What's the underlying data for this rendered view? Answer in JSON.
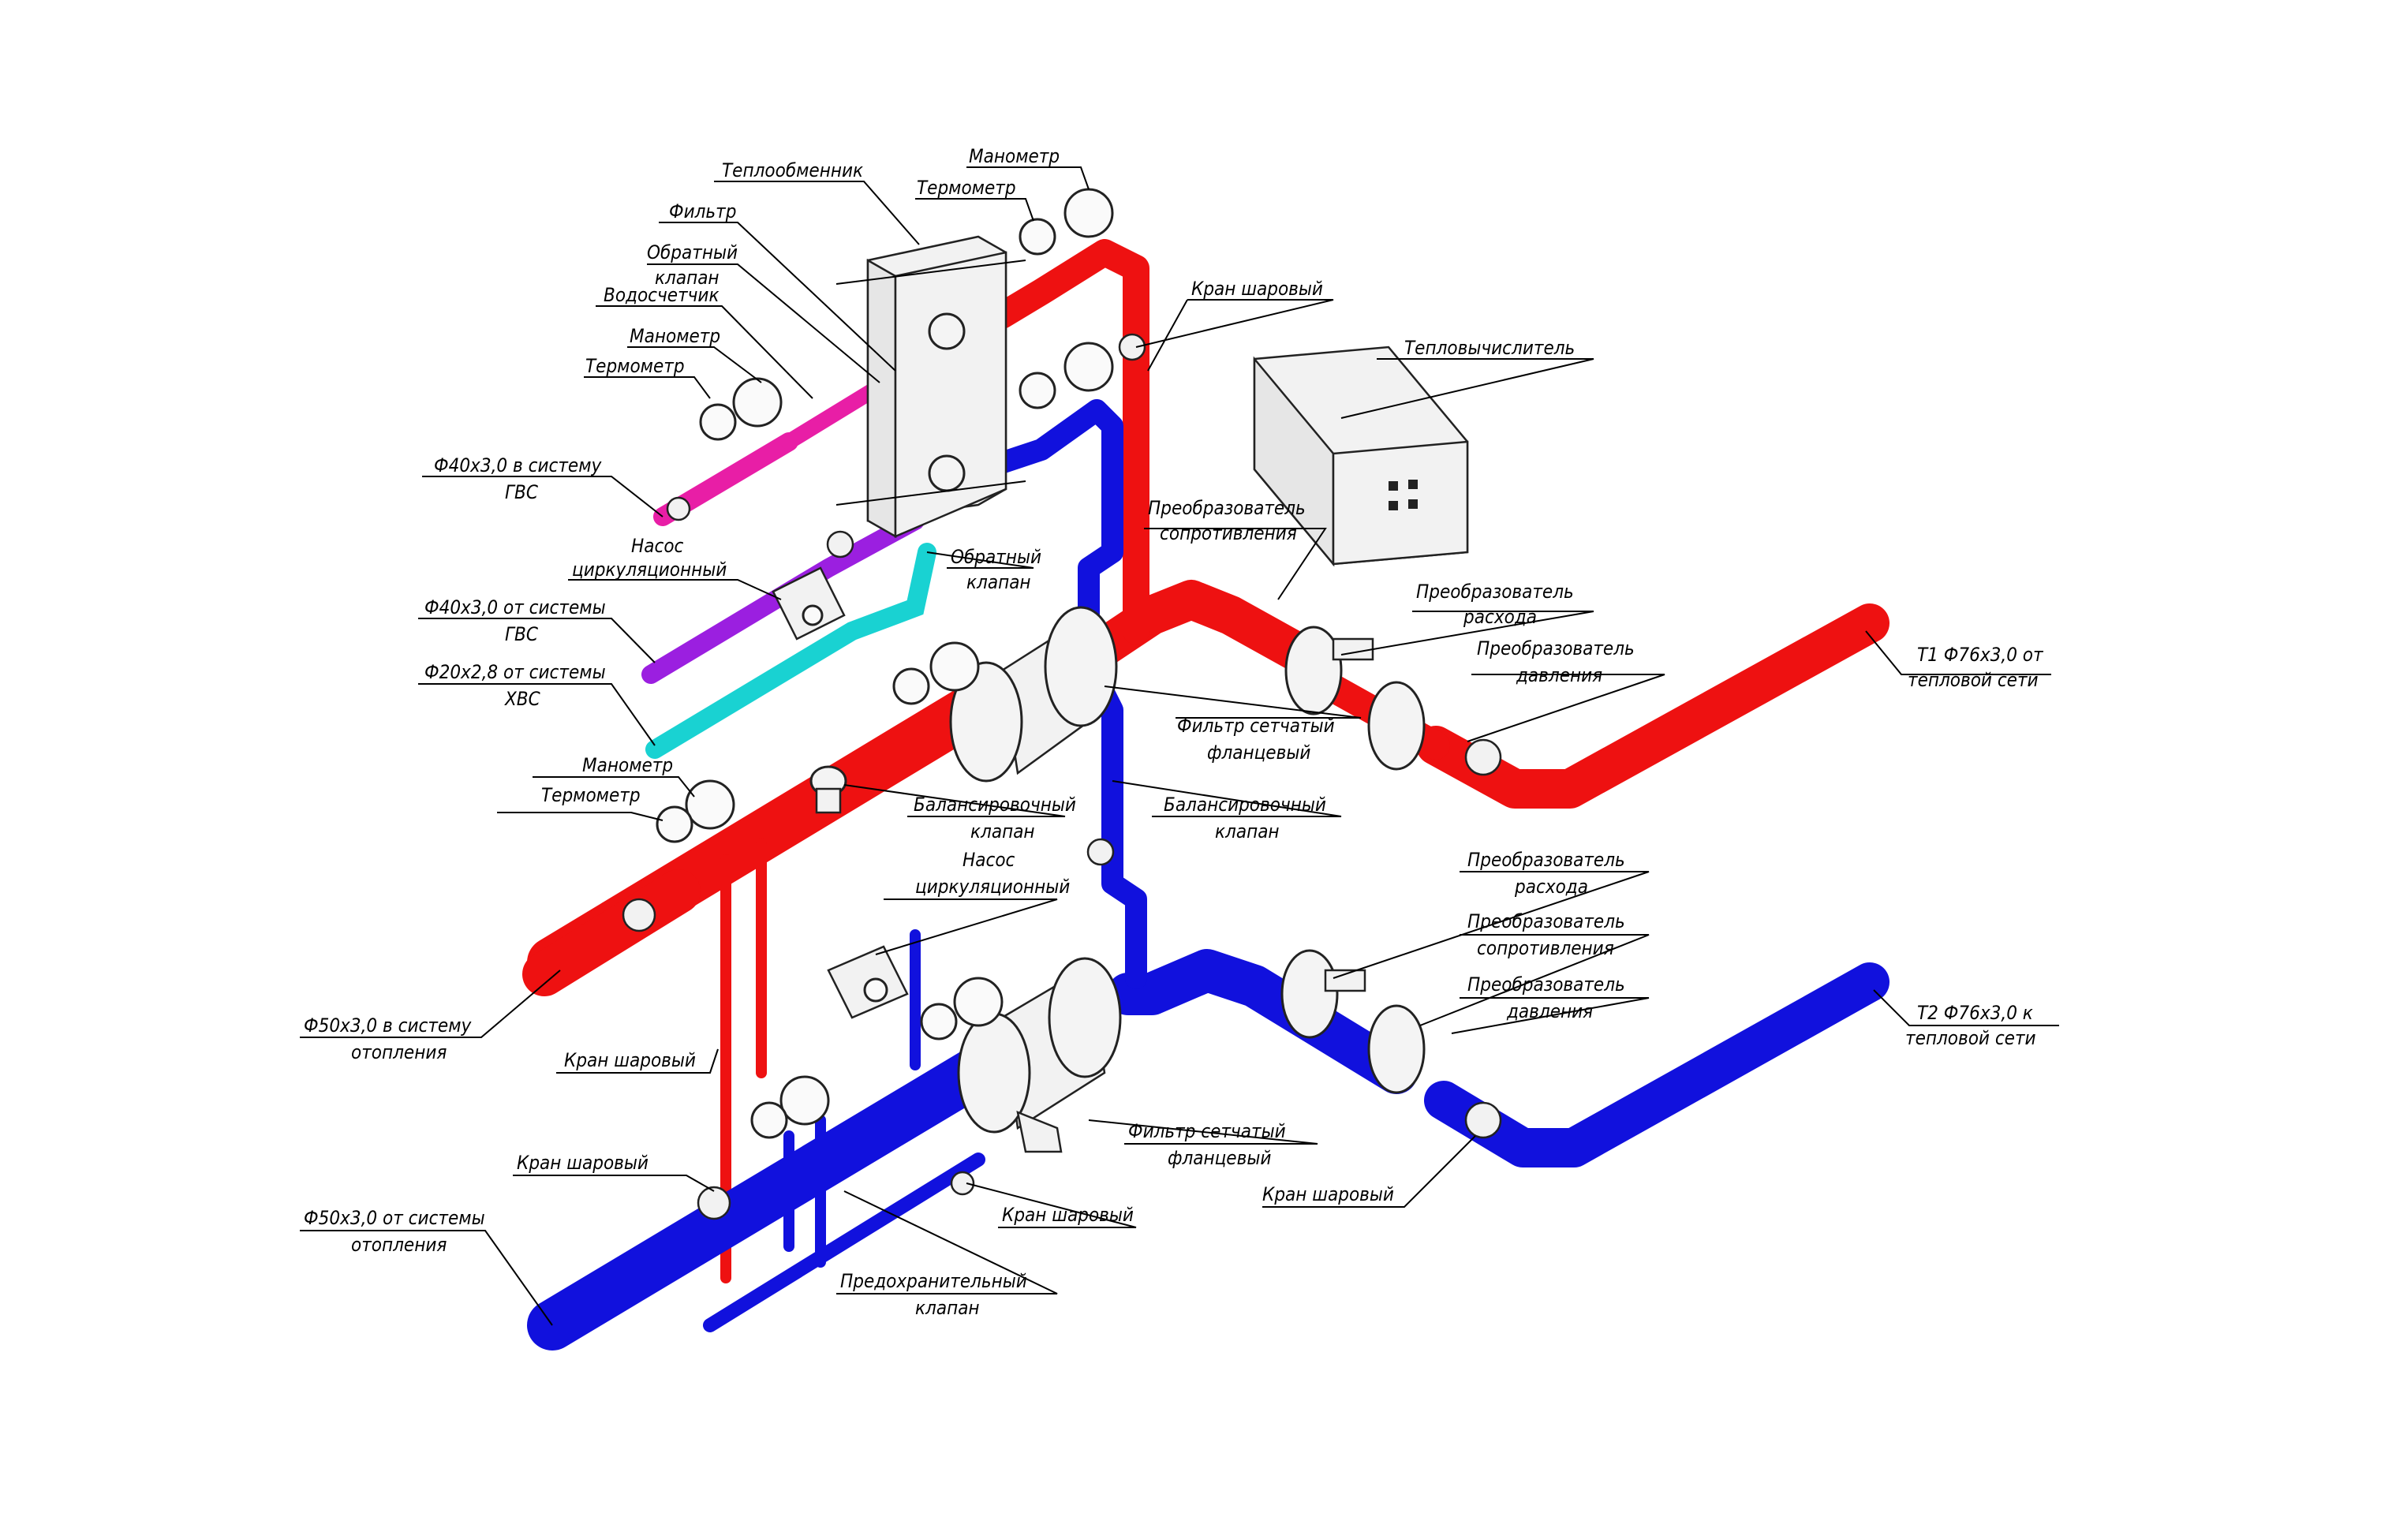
{
  "colors": {
    "hot": "#ee1111",
    "cold": "#1111dd",
    "dhw_supply": "#e81ea6",
    "dhw_circulation": "#9b1fe0",
    "cold_water": "#19d2d2",
    "equipment": "#f2f2f2"
  },
  "labels": {
    "heat_exchanger": "Теплообменник",
    "filter_top": "Фильтр",
    "check_valve_top_1": "Обратный",
    "check_valve_top_2": "клапан",
    "water_meter": "Водосчетчик",
    "manometer_top": "Манометр",
    "thermometer_top": "Термометр",
    "manometer_dhw": "Манометр",
    "thermometer_dhw": "Термометр",
    "dhw_supply_1": "Ф40х3,0 в систему",
    "dhw_supply_2": "ГВС",
    "pump_dhw_1": "Насос",
    "pump_dhw_2": "циркуляционный",
    "dhw_return_1": "Ф40х3,0 от системы",
    "dhw_return_2": "ГВС",
    "cold_water_1": "Ф20х2,8 от системы",
    "cold_water_2": "ХВС",
    "check_valve_mid_1": "Обратный",
    "check_valve_mid_2": "клапан",
    "ball_valve_top": "Кран шаровый",
    "heat_calculator": "Тепловычислитель",
    "resistance_converter_top_1": "Преобразователь",
    "resistance_converter_top_2": "сопротивления",
    "flow_converter_top_1": "Преобразователь",
    "flow_converter_top_2": "расхода",
    "pressure_converter_top_1": "Преобразователь",
    "pressure_converter_top_2": "давления",
    "t1_1": "Т1 Ф76х3,0 от",
    "t1_2": "тепловой сети",
    "mesh_filter_top_1": "Фильтр сетчатый",
    "mesh_filter_top_2": "фланцевый",
    "manometer_heat": "Манометр",
    "thermometer_heat": "Термометр",
    "balancing_valve_left_1": "Балансировочный",
    "balancing_valve_left_2": "клапан",
    "balancing_valve_right_1": "Балансировочный",
    "balancing_valve_right_2": "клапан",
    "pump_heat_1": "Насос",
    "pump_heat_2": "циркуляционный",
    "heating_supply_1": "Ф50х3,0 в систему",
    "heating_supply_2": "отопления",
    "ball_valve_mid": "Кран шаровый",
    "ball_valve_left": "Кран шаровый",
    "heating_return_1": "Ф50х3,0 от системы",
    "heating_return_2": "отопления",
    "ball_valve_bottom": "Кран шаровый",
    "safety_valve_1": "Предохранительный",
    "safety_valve_2": "клапан",
    "mesh_filter_bottom_1": "Фильтр сетчатый",
    "mesh_filter_bottom_2": "фланцевый",
    "flow_converter_bottom_1": "Преобразователь",
    "flow_converter_bottom_2": "расхода",
    "resistance_converter_bottom_1": "Преобразователь",
    "resistance_converter_bottom_2": "сопротивления",
    "pressure_converter_bottom_1": "Преобразователь",
    "pressure_converter_bottom_2": "давления",
    "t2_1": "Т2 Ф76х3,0 к",
    "t2_2": "тепловой сети",
    "ball_valve_right": "Кран шаровый"
  }
}
